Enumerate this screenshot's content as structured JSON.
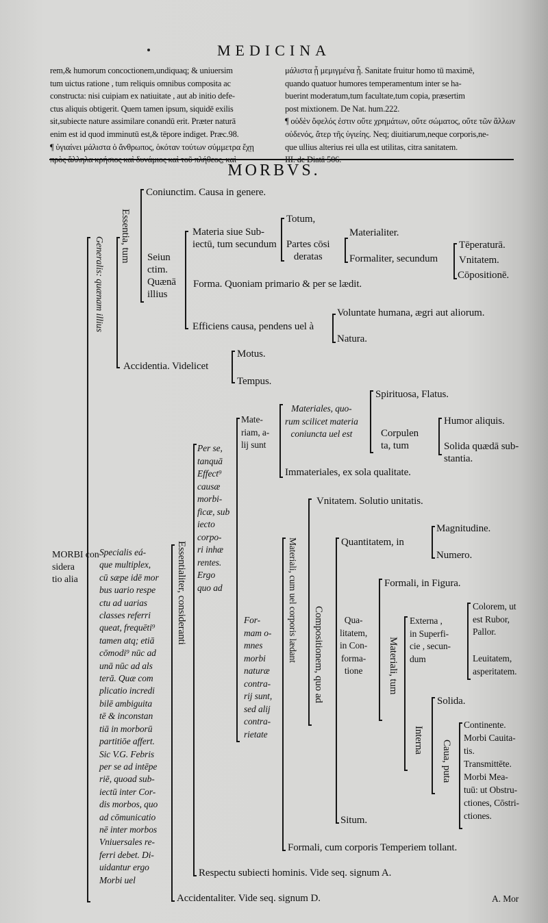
{
  "header": {
    "running_title": "MEDICINA",
    "left_column": [
      "rem,& humorum concoctionem,undiquaq; & uniuersim",
      "tum uictus ratione , tum reliquis omnibus composita ac",
      "constructa: nisi cuipiam ex natiuitate , aut ab initio defe-",
      "ctus aliquis obtigerit. Quem tamen ipsum, siquidē exilis",
      "sit,subiecte nature assimilare conandū erit. Præter naturā",
      "enim est id quod imminutū est,& tēpore indiget. Præc.98.",
      "¶ ὑγιαίνει μάλιστα ὁ ἄνθρωπος, ὁκόταν τούτων σύμμετρα ἔχῃ",
      "πρὸς ἄλληλα κρήσιος καὶ δυνάμιος καὶ τοῦ πλήθεος, καὶ"
    ],
    "right_column": [
      "μάλιστα ᾖ μεμιγμένα ᾖ. Sanitate fruitur homo tū maximē,",
      "quando quatuor humores temperamentum inter se ha-",
      "buerint moderatum,tum facultate,tum copia, præsertim",
      "post mixtionem. De Nat. hum.222.",
      "¶ οὐδὲν ὄφελός ἐστιν οὔτε χρημάτων, οὔτε σώματος, οὔτε τῶν ἄλλων",
      "οὐδενός, ἄτερ τῆς ὑγιείης. Neq; diuitiarum,neque corporis,ne-",
      "que ullius alterius rei ulla est utilitas, citra sanitatem.",
      "III. de Diatâ 506."
    ]
  },
  "table": {
    "title": "MORBVS.",
    "root": [
      "MORBI con",
      "sidera",
      "tio alia"
    ],
    "generalis": "Generalis: quænam illius",
    "essentia": "Essentia, tum",
    "coniunctim": "Coniunctim. Causa in genere.",
    "seiunctim": [
      "Seiun",
      "ctim.",
      "Quænā",
      "illius"
    ],
    "materia": [
      "Materia siue Sub-",
      "iectū, tum secundum"
    ],
    "totum": "Totum,",
    "partes": [
      "Partes cōsi",
      "deratas"
    ],
    "materialiter": "Materialiter.",
    "formaliter": "Formaliter, secundum",
    "temperaturam": "Tēperaturā.",
    "unitatem": "Vnitatem.",
    "compositionem": "Cōpositionē.",
    "forma": "Forma. Quoniam primario & per se lædit.",
    "efficiens": "Efficiens causa, pendens uel à",
    "voluntate": "Voluntate humana, ægri aut aliorum.",
    "natura": "Natura.",
    "accidentia": "Accidentia. Videlicet",
    "motus": "Motus.",
    "tempus": "Tempus.",
    "specialis": [
      "Specialis eá-",
      "que multiplex,",
      "cū sæpe idē mor",
      "bus uario respe",
      "ctu ad uarias",
      "classes referri",
      "queat, frequēti⁹",
      "tamen atq; etiā",
      "cōmodi⁹ nūc ad",
      "unā nūc ad als",
      "terā. Quæ com",
      "plicatio incredi",
      "bilē ambiguita",
      "tē & inconstan",
      "tiā in morborū",
      "partitiōe affert.",
      "Sic V.G. Febris",
      "per se ad intēpe",
      "riē, quoad sub-",
      "iectū inter Cor-",
      "dis morbos, quo",
      "ad cōmunicatio",
      "nē inter morbos",
      "Vniuersales re-",
      "ferri debet. Di-",
      "uidantur ergo",
      "Morbi uel"
    ],
    "essentialiter": "Essentialiter, consideranti",
    "per_se": [
      "Per se,",
      "tanquā",
      "Effect⁹",
      "causæ",
      "morbi-",
      "ficæ, sub",
      "iecto",
      "corpo-",
      "ri inhæ",
      "rentes.",
      "Ergo",
      "quo ad"
    ],
    "materiam": [
      "Mate-",
      "riam, a-",
      "lij sunt"
    ],
    "materiales": [
      "Materiales, quo-",
      "rum scilicet materia",
      "coniuncta uel est"
    ],
    "spirituosa": "Spirituosa, Flatus.",
    "corpulenta": [
      "Corpulen",
      "ta, tum"
    ],
    "humor": "Humor aliquis.",
    "solida_substantia": [
      "Solida quædā sub-",
      "stantia."
    ],
    "immateriales": "Immateriales, ex sola qualitate.",
    "formam": [
      "For-",
      "mam o-",
      "mnes",
      "morbi",
      "naturæ",
      "contra-",
      "rij sunt,",
      "sed alij",
      "contra-",
      "rietate"
    ],
    "materiali_cum": "Materiali, cum uel corporis lædant",
    "unitatem_solutio": "Vnitatem. Solutio unitatis.",
    "compositionem_quo": "Compositionem, quo ad",
    "quantitatem": "Quantitatem, in",
    "magnitudine": "Magnitudine.",
    "numero": "Numero.",
    "qualitatem": [
      "Qua-",
      "litatem,",
      "in Con-",
      "forma-",
      "tione"
    ],
    "formali_figura": "Formali, in Figura.",
    "materiali_tum": "Materiali, tum",
    "externa": [
      "Externa ,",
      "in Superfi-",
      "cie , secun-",
      "dum"
    ],
    "colorem": [
      "Colorem, ut",
      "est Rubor,",
      "Pallor."
    ],
    "leuitatem": [
      "Leuitatem,",
      "asperitatem."
    ],
    "interna": "Interna",
    "solida": "Solida.",
    "caua": "Caua, puta",
    "continente": [
      "Continente.",
      "Morbi Cauita-",
      "tis.",
      "Transmittēte.",
      "Morbi Mea-",
      "tuū: ut Obstru-",
      "ctiones, Cōstri-",
      "ctiones."
    ],
    "situm": "Situm.",
    "formali_temperiem": "Formali, cum corporis Temperiem tollant.",
    "respectu": "Respectu subiecti hominis. Vide seq. signum A.",
    "accidentaliter": "Accidentaliter. Vide seq. signum D."
  },
  "catchword": "A. Mor"
}
